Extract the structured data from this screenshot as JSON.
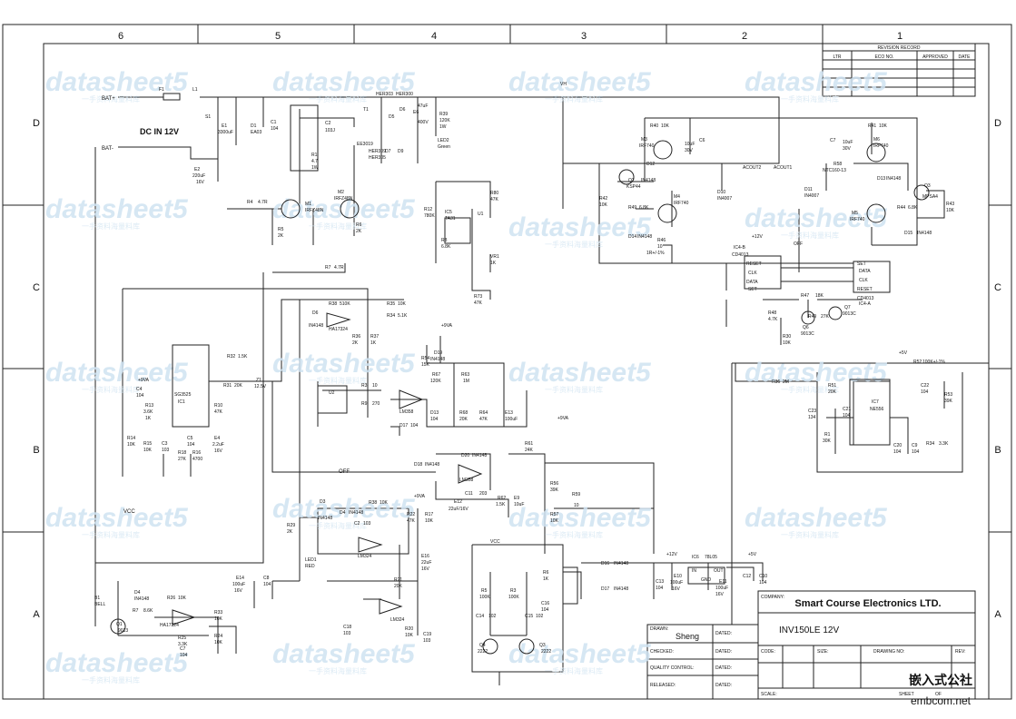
{
  "columns": [
    "6",
    "5",
    "4",
    "3",
    "2",
    "1"
  ],
  "rows": [
    "D",
    "C",
    "B",
    "A"
  ],
  "revision": {
    "title": "REVISION RECORD",
    "headers": [
      "LTR",
      "ECO NO.",
      "APPROVED",
      "DATE"
    ]
  },
  "title_block": {
    "company_label": "COMPANY:",
    "company": "Smart Course Electronics LTD.",
    "model": "INV150LE 12V",
    "drawn_label": "DRAWN:",
    "drawn_by": "Sheng",
    "checked_label": "CHECKED:",
    "quality_label": "QUALITY CONTROL:",
    "released_label": "RELEASED:",
    "dated_label": "DATED:",
    "code_label": "CODE:",
    "size_label": "SIZE:",
    "drawing_no_label": "DRAWING NO:",
    "rev_label": "REV:",
    "scale_label": "SCALE:",
    "sheet_label": "SHEET",
    "of_label": "OF"
  },
  "watermark": {
    "brand": "datasheet5",
    "sub": "一手资料海量料库"
  },
  "corner_logo": {
    "cn": "嵌入式公社",
    "url": "embcom.net"
  },
  "ports": {
    "bat_pos": "BAT+",
    "bat_neg": "BAT-",
    "dc_in": "DC IN 12V",
    "vh": "VH",
    "vcc": "VCC",
    "off": "OFF",
    "vcc2": "VCC",
    "acout2": "ACOUT2",
    "acout1": "ACOUT1",
    "v9a": "+9VA",
    "v12": "+12V",
    "v5": "+5V",
    "off2": "OFF"
  },
  "components": {
    "f1": "F1",
    "l1": "L1",
    "s1": "S1",
    "e1": "E1",
    "e1v": "3300uF",
    "d1": "D1",
    "d1v": "EA03",
    "c1": "C1",
    "c1v": "104",
    "e2": "E2",
    "e2v": "220uF",
    "e2r": "16V",
    "t1": "T1",
    "c2": "C2",
    "c2v": "103J",
    "ee": "EE3019",
    "r1": "R1",
    "r1v": "4.7",
    "r1w": "1W",
    "her1": "HER303",
    "her2": "HER300",
    "her3": "HER309",
    "her4": "HER305",
    "d5": "D5",
    "d6": "D6",
    "d7": "D7",
    "d9": "D9",
    "e6": "E6",
    "e6v": "47uF",
    "e6r": "400V",
    "r39": "R39",
    "r39v": "120K",
    "r39w": "1W",
    "led2": "LED2",
    "led2c": "Green",
    "r4": "R4",
    "r4v": "4.7R",
    "m1": "M1",
    "m1v": "IRFZ48N",
    "m2": "M2",
    "m2v": "IRFZ48N",
    "r5": "R5",
    "r5v": "2K",
    "r6": "R6",
    "r6v": "2K",
    "r7": "R7",
    "r7v": "4.7R",
    "r12": "R12",
    "r12v": "780K",
    "ic5": "IC5",
    "ic5v": "TA31",
    "u1": "U1",
    "r80": "R80",
    "r80v": "47K",
    "r8": "R8",
    "r8v": "6.8K",
    "vr1": "VR1",
    "vr1v": "1K",
    "r73": "R73",
    "r73v": "47K",
    "m3": "M3",
    "m3v": "IRF740",
    "r40": "R40",
    "r40v": "10K",
    "d12": "D12",
    "d12v": "IN4148",
    "q2": "Q2",
    "q2v": "KSP44",
    "r42": "R42",
    "r42v": "10K",
    "c6": "C6",
    "c6a": "10uF",
    "c6b": "30V",
    "d10": "D10",
    "d10v": "IN4007",
    "m4": "M4",
    "m4v": "IRF740",
    "r49": "R49",
    "r49v": "6.8K",
    "d14": "D14",
    "d14v": "IN4148",
    "r46": "R46",
    "r46v": "10",
    "r46w": "1R+/-1%",
    "c7": "C7",
    "c7a": "10uF",
    "c7b": "30V",
    "r41": "R41",
    "r41v": "10K",
    "r58": "R58",
    "r58v": "NTC160-13",
    "m6": "M6",
    "m6v": "IRF740",
    "d11": "D11",
    "d11v": "IN4007",
    "d13": "D13",
    "d13v": "IN4148",
    "q3": "Q3",
    "q3v": "MPSA4",
    "r43": "R43",
    "r43v": "10K",
    "m5": "M5",
    "m5v": "IRF740",
    "r44": "R44",
    "r44v": "6.8K",
    "d15": "D15",
    "d15v": "IN4148",
    "ic4b": "IC4-B",
    "cd1": "CD4013",
    "set": "SET",
    "data": "DATA",
    "clk": "CLK",
    "reset": "RESET",
    "ic4a": "IC4-A",
    "cd2": "CD4013",
    "r47": "R47",
    "r47v": "18K",
    "r48": "R48",
    "r48v": "4.7K",
    "q6": "Q6",
    "q6v": "9013C",
    "r49b": "R49",
    "r49bv": "27K",
    "q7": "Q7",
    "q7v": "9013C",
    "r30": "R30",
    "r30v": "10K",
    "r36": "R36",
    "r36v": "2M",
    "r38": "R38",
    "r38v": "510K",
    "r35": "R35",
    "r35v": "10K",
    "r34": "R34",
    "r34v": "5.1K",
    "d6b": "D6",
    "d6bv": "IN4148",
    "ic2": "HA17324",
    "r36b": "R36",
    "r36bv": "2K",
    "r37": "R37",
    "r37v": "1K",
    "r32": "R32",
    "r32v": "1.5K",
    "r31": "R31",
    "r31v": "20K",
    "z1": "Z1",
    "z1v": "12.5V",
    "c4": "C4",
    "c4v": "104",
    "ic1": "IC1",
    "ic1v": "SG3525",
    "r13": "R13",
    "r13v": "3.6K",
    "r13w": "1K",
    "r10": "R10",
    "r10v": "47K",
    "r14": "R14",
    "r14v": "10K",
    "r15": "R15",
    "r15v": "10K",
    "c3": "C3",
    "c3v": "103",
    "r16": "R16",
    "r16v": "4700",
    "c5": "C5",
    "c5v": "104",
    "e4": "E4",
    "e4v": "2.2uF",
    "e4r": "16V",
    "r18": "R18",
    "r18v": "27K",
    "u2": "U2",
    "r3": "R3",
    "r3v": "10",
    "r9": "R9",
    "r9v": "270",
    "lm1": "LM358",
    "r54": "R54",
    "r54v": "15K",
    "d19": "D19",
    "d19v": "IN4148",
    "r67": "R67",
    "r67v": "120K",
    "r63": "R63",
    "r63v": "1M",
    "d13b": "D13",
    "d13bv": "104",
    "r68": "R68",
    "r68v": "20K",
    "r64": "R64",
    "r64v": "47K",
    "e13": "E13",
    "e13v": "100uF",
    "d17": "D17",
    "d17v": "104",
    "d20": "D20",
    "d20v": "IN4148",
    "d18": "D18",
    "d18v": "IN4148",
    "lm2": "LM358",
    "e12": "E12",
    "e12v": "22uF/16V",
    "c11": "C11",
    "c11v": "203",
    "r62": "R62",
    "r62v": "1.5K",
    "e9": "E9",
    "e9v": "10uF",
    "r61": "R61",
    "r61v": "24K",
    "r56": "R56",
    "r56v": "39K",
    "r59": "R59",
    "r59v": "10",
    "r57": "R57",
    "r57v": "10K",
    "d3": "D3",
    "d3v": "IN4148",
    "d4": "D4",
    "d4v": "IN4148",
    "r38b": "R38",
    "r38bv": "10K",
    "c2b": "C2",
    "c2bv": "103",
    "lm3": "LM324",
    "r22": "R22",
    "r22v": "47K",
    "r17": "R17",
    "r17v": "10K",
    "e16": "E16",
    "e16v": "22uF",
    "e16r": "16V",
    "r29": "R29",
    "r29v": "2K",
    "led1": "LED1",
    "led1c": "RED",
    "e14": "E14",
    "e14v": "100uF",
    "e14r": "16V",
    "c8": "C8",
    "c8v": "104",
    "r21": "R21",
    "r21v": "20K",
    "lm4": "LM324",
    "r20": "R20",
    "r20v": "10K",
    "c18": "C18",
    "c18v": "103",
    "c19": "C19",
    "c19v": "103",
    "b1": "B1",
    "b1v": "BELL",
    "d4b": "D4",
    "d4bv": "IN4148",
    "q1": "Q1",
    "q1v": "9013",
    "r7b": "R7",
    "r7bv": "8.6K",
    "r26": "R26",
    "r26v": "10K",
    "ha3": "HA17324",
    "r33": "R33",
    "r33v": "10K",
    "r25": "R25",
    "r25v": "3.3K",
    "c7b2": "C7",
    "c7b2v": "104",
    "r24": "R24",
    "r24v": "10K",
    "r5b": "R5",
    "r5bv": "100K",
    "r3b": "R3",
    "r3bv": "100K",
    "r6b": "R6",
    "r6bv": "1K",
    "c14": "C14",
    "c14v": "102",
    "c15": "C15",
    "c15v": "102",
    "c16": "C16",
    "c16v": "104",
    "q4": "Q4",
    "q4v": "2222",
    "q3b": "Q3",
    "q3bv": "2222",
    "d16": "D16",
    "d16v": "IN4148",
    "d17b": "D17",
    "d17bv": "IN4148",
    "c13": "C13",
    "c13v": "104",
    "e10": "E10",
    "e10v": "100uF",
    "e10r": "16V",
    "ic6": "IC6",
    "ic6v": "78L05",
    "in": "IN",
    "out": "OUT",
    "gnd": "GND",
    "e11": "E11",
    "e11v": "100uF",
    "e11r": "16V",
    "c10": "C10",
    "c10v": "104",
    "c12": "C12",
    "ic7": "IC7",
    "ic7v": "NE556",
    "r52": "R52",
    "r52v": "100K+/-1%",
    "r53": "R53",
    "r53v": "39K",
    "r51": "R51",
    "r51v": "20K",
    "c22": "C22",
    "c22v": "104",
    "c23": "C23",
    "c23v": "134",
    "c21": "C21",
    "c21v": "104",
    "r34b": "R34",
    "r34bv": "3.3K",
    "r1b": "R1",
    "r1bv": "30K",
    "c20": "C20",
    "c20v": "104",
    "c9": "C9",
    "c9v": "104"
  }
}
